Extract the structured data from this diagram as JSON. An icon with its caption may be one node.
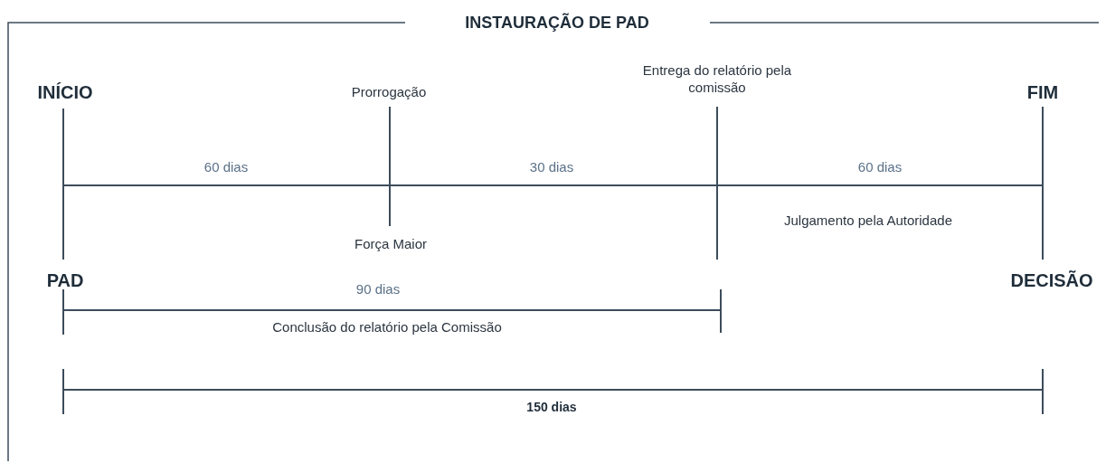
{
  "diagram": {
    "title": "INSTAURAÇÃO DE PAD",
    "labels": [
      "INÍCIO",
      "Prorrogação",
      "Entrega do relatório pela comissão",
      "FIM",
      "60 dias",
      "30 dias",
      "60 dias",
      "Julgamento pela Autoridade",
      "Força Maior",
      "PAD",
      "DECISÃO",
      "90 dias",
      "Conclusão do relatório pela Comissão",
      "150 dias"
    ]
  }
}
